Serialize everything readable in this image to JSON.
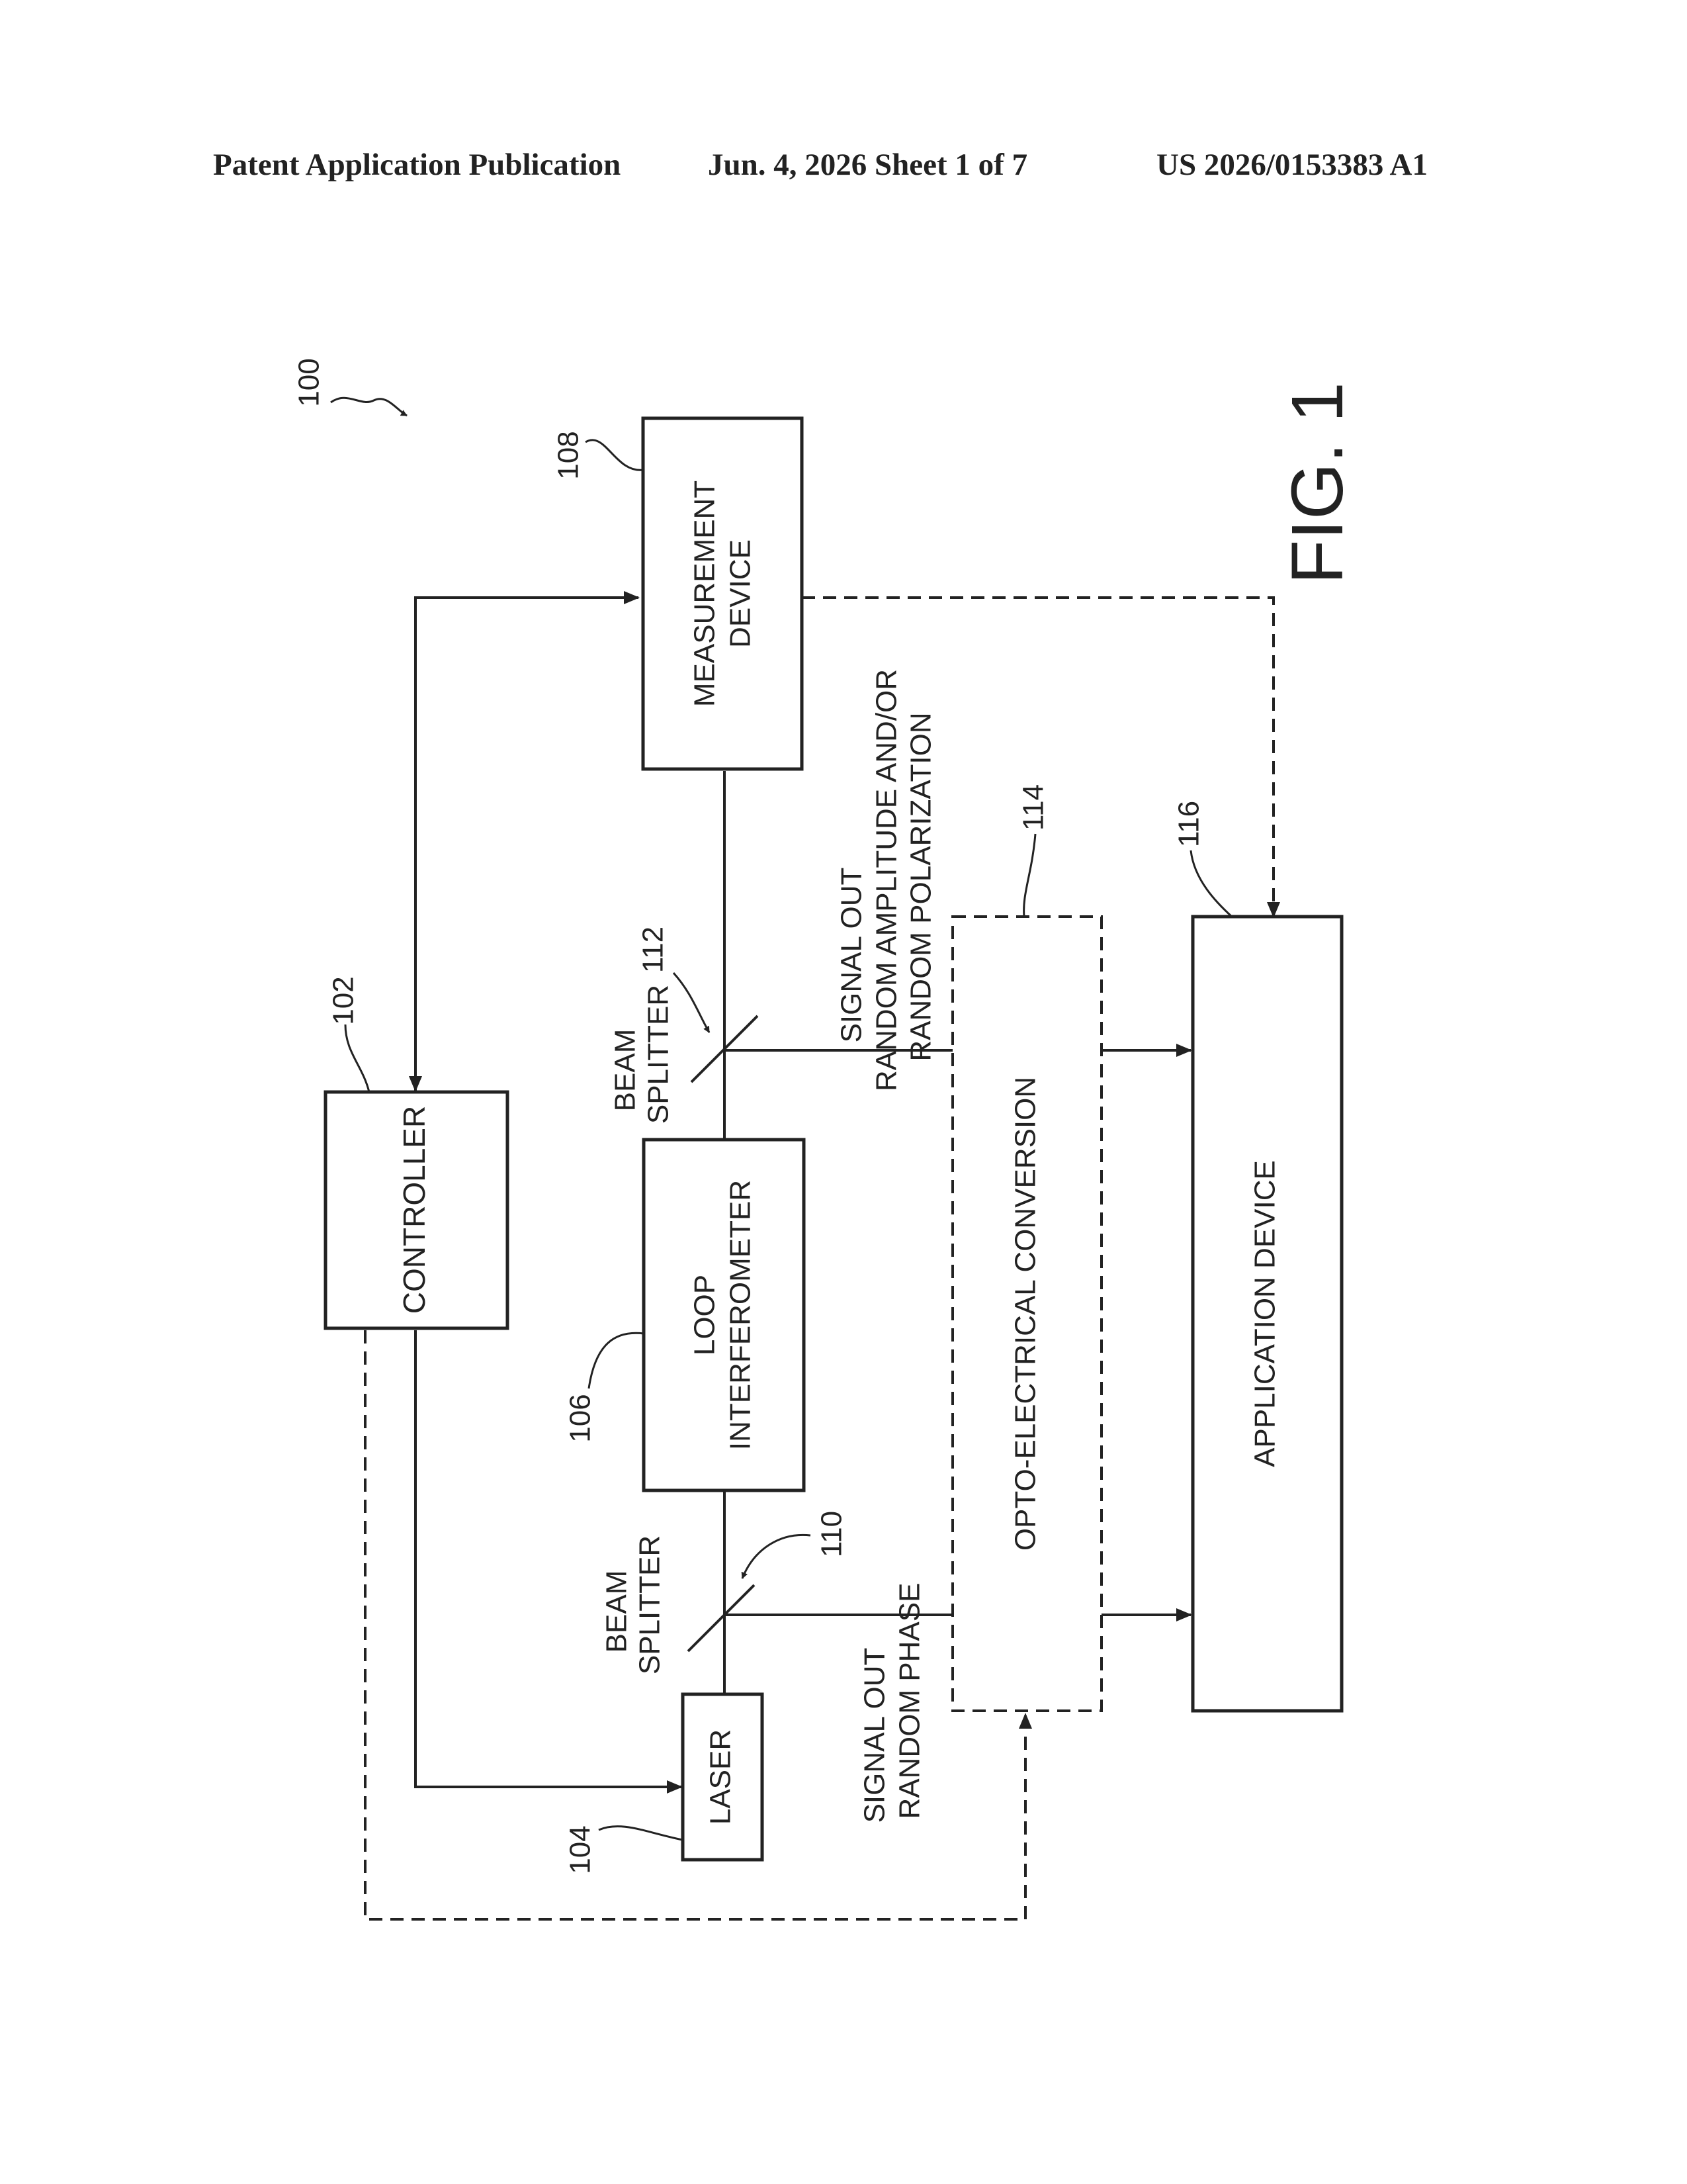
{
  "header": {
    "publication": "Patent Application Publication",
    "date_sheet": "Jun. 4, 2026   Sheet 1 of 7",
    "number": "US 2026/0153383 A1"
  },
  "figure": {
    "label": "FIG. 1",
    "system_ref": "100",
    "controller": {
      "label": "CONTROLLER",
      "ref": "102"
    },
    "laser": {
      "label": "LASER",
      "ref": "104"
    },
    "loop_interferometer": {
      "line1": "LOOP",
      "line2": "INTERFEROMETER",
      "ref": "106"
    },
    "measurement_device": {
      "line1": "MEASUREMENT",
      "line2": "DEVICE",
      "ref": "108"
    },
    "beam_splitter_1": {
      "line1": "BEAM",
      "line2": "SPLITTER",
      "ref": "110"
    },
    "beam_splitter_2": {
      "line1": "BEAM",
      "line2": "SPLITTER",
      "ref": "112"
    },
    "opto_electrical": {
      "label": "OPTO-ELECTRICAL CONVERSION",
      "ref": "114"
    },
    "application_device": {
      "label": "APPLICATION DEVICE",
      "ref": "116"
    },
    "signal_out_1": {
      "line1": "SIGNAL OUT",
      "line2": "RANDOM PHASE"
    },
    "signal_out_2": {
      "line1": "SIGNAL OUT",
      "line2": "RANDOM AMPLITUDE AND/OR",
      "line3": "RANDOM POLARIZATION"
    }
  }
}
